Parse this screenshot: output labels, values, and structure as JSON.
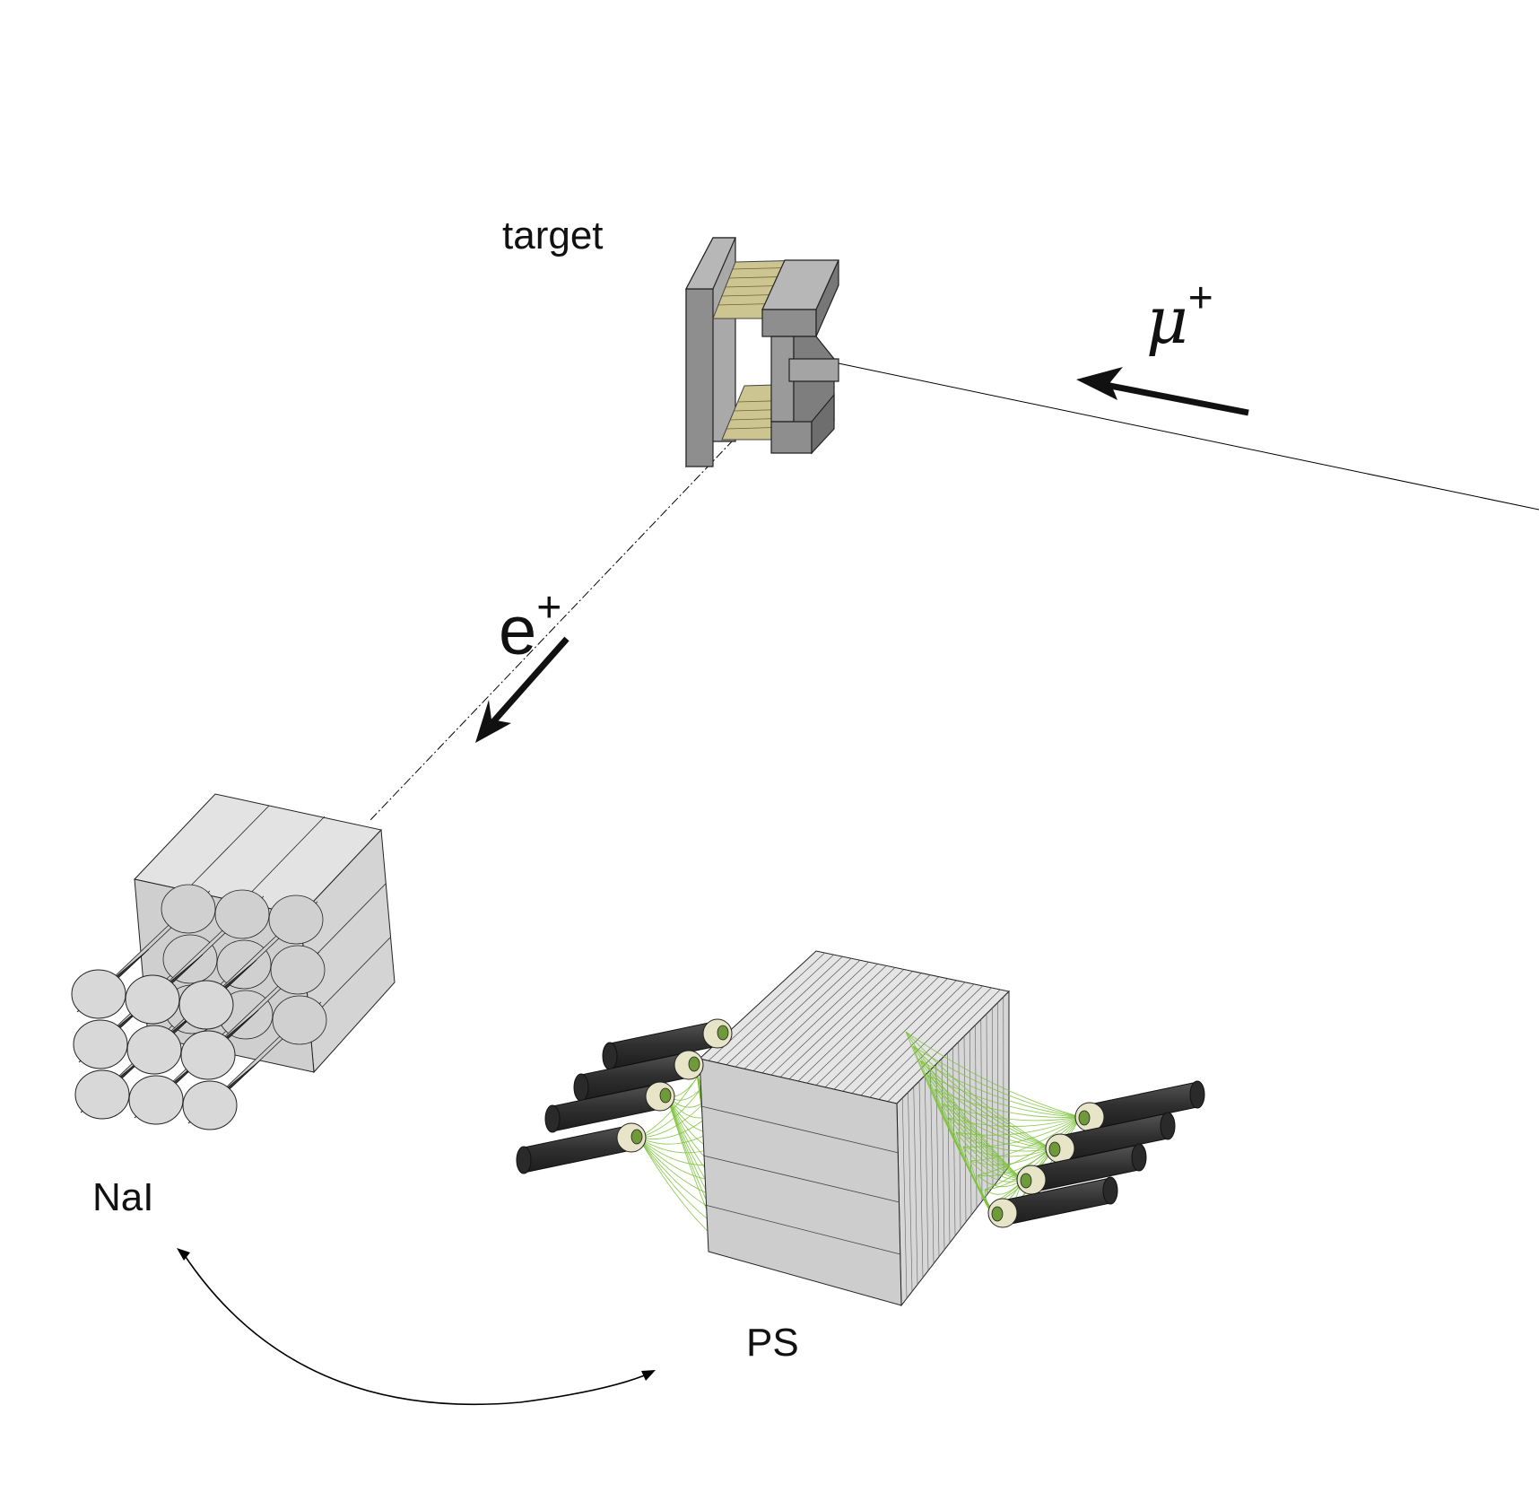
{
  "labels": {
    "target": "target",
    "muon": "μ",
    "muon_charge": "+",
    "positron": "e",
    "positron_charge": "+",
    "nai": "NaI",
    "ps": "PS"
  },
  "colors": {
    "background": "#ffffff",
    "target_frame": "#8a8a8a",
    "target_foil": "#c9c28a",
    "crystal": "#d9d9d9",
    "pmt": "#3a3a3a",
    "pmt_base": "#e8e4c8",
    "fiber": "#7cc23a",
    "line": "#000000"
  },
  "icons": [
    "muon-beam-arrow",
    "positron-arrow",
    "rotation-arrow"
  ]
}
